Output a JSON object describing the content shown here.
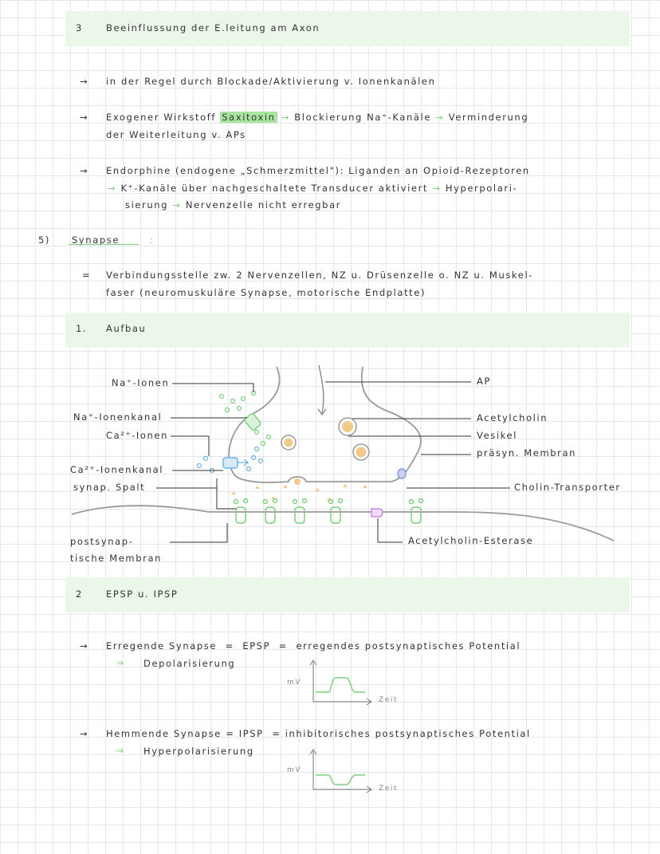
{
  "section3": {
    "number": "3",
    "title": "Beeinflussung der E.leitung am Axon",
    "bullet1": "in der Regel durch Blockade/Aktivierung v. Ionenkanälen",
    "bullet2_a": "Exogener Wirkstoff",
    "bullet2_highlight": "Saxitoxin",
    "bullet2_b": "Blockierung Na⁺-Kanäle",
    "bullet2_c": "Verminderung",
    "bullet2_line2": "der Weiterleitung v. APs",
    "bullet3_line1": "Endorphine (endogene „Schmerzmittel\"): Liganden an Opioid-Rezeptoren",
    "bullet3_line2": "K⁺-Kanäle über nachgeschaltete Transducer aktiviert",
    "bullet3_line2b": "Hyperpolari-",
    "bullet3_line3a": "sierung",
    "bullet3_line3b": "Nervenzelle nicht erregbar"
  },
  "section5": {
    "number": "5)",
    "title": "Synapse",
    "colon": ":",
    "eq": "=",
    "def_line1": "Verbindungsstelle zw. 2 Nervenzellen, NZ u. Drüsenzelle o. NZ u. Muskel-",
    "def_line2": "faser (neuromuskuläre Synapse, motorische Endplatte)"
  },
  "aufbau": {
    "number": "1.",
    "title": "Aufbau"
  },
  "diagram": {
    "labels": {
      "na_ionen": "Na⁺-Ionen",
      "na_kanal": "Na⁺-Ionenkanal",
      "ca_ionen": "Ca²⁺-Ionen",
      "ca_kanal": "Ca²⁺-Ionenkanal",
      "spalt": "synap. Spalt",
      "post1": "postsynap-",
      "post2": "tische Membran",
      "ap": "AP",
      "ach": "Acetylcholin",
      "vesikel": "Vesikel",
      "prae": "präsyn. Membran",
      "cholin": "Cholin-Transporter",
      "esterase": "Acetylcholin-Esterase"
    },
    "colors": {
      "membrane": "#9a9a9a",
      "channel_green": "#7fcf7f",
      "channel_blue": "#6fb4e8",
      "vesicle": "#f3c98a",
      "esterase": "#c58be0",
      "transporter": "#8a9be0"
    }
  },
  "section2": {
    "number": "2",
    "title": "EPSP u. IPSP",
    "b1_a": "Erregende Synapse",
    "b1_b": "EPSP",
    "b1_c": "erregendes postsynaptisches Potential",
    "b1_res": "Depolarisierung",
    "b2_a": "Hemmende Synapse",
    "b2_b": "IPSP",
    "b2_c": "inhibitorisches postsynaptisches Potential",
    "b2_res": "Hyperpolarisierung",
    "ylabel": "mV",
    "xlabel": "Zeit",
    "eq": "=",
    "implies": "⇒",
    "arrow": "→"
  }
}
